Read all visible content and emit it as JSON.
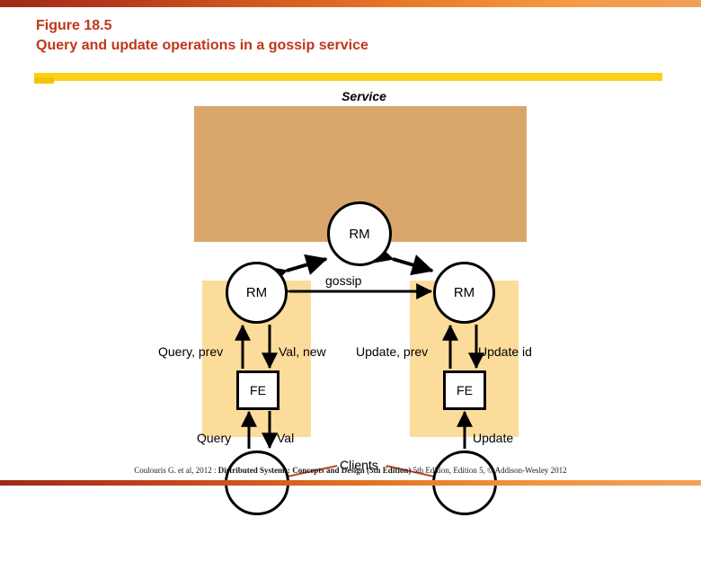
{
  "slide": {
    "title_line1": "Figure 18.5",
    "title_line2": "Query and update operations in a gossip service",
    "title_color": "#c1351a",
    "rule_color": "#fcd116"
  },
  "diagram": {
    "service_label": "Service",
    "service_box_color": "#d9a76c",
    "client_box_color": "#fcdc9b",
    "replica_managers": [
      {
        "id": "rm-top",
        "label": "RM"
      },
      {
        "id": "rm-left",
        "label": "RM"
      },
      {
        "id": "rm-right",
        "label": "RM"
      }
    ],
    "gossip_label": "gossip",
    "frontends": [
      {
        "id": "fe-left",
        "label": "FE"
      },
      {
        "id": "fe-right",
        "label": "FE"
      }
    ],
    "messages": {
      "query_prev": "Query, prev",
      "val_new": "Val, new",
      "update_prev": "Update, prev",
      "update_id": "Update id",
      "query": "Query",
      "val": "Val",
      "update": "Update"
    },
    "clients_label": "Clients",
    "clients_leader_color": "#c1491f",
    "arrow_color": "#000000"
  },
  "footer": {
    "part1": "Coulouris G. et al, 2012 : ",
    "bold": "Distributed Systems: Concepts and Design (5th Edition)",
    "part2": " 5th Edition, Edition 5, © Addison-Wesley 2012"
  }
}
